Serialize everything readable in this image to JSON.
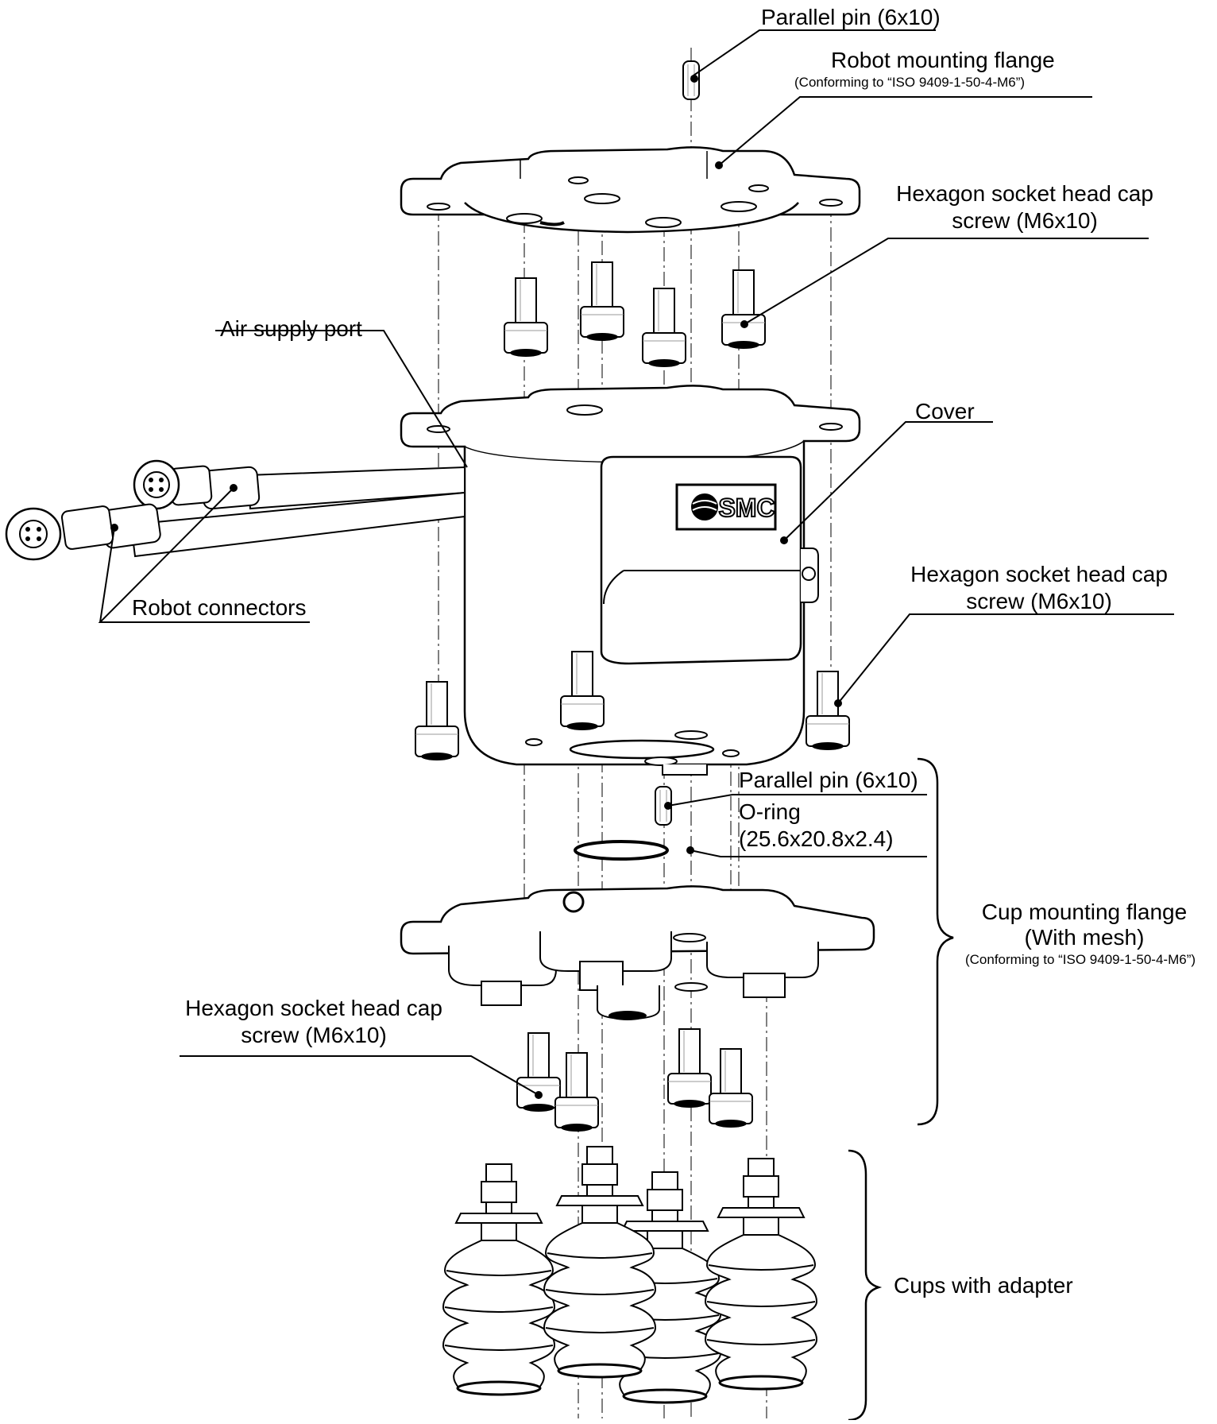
{
  "labels": {
    "parallel_pin_top": "Parallel pin (6x10)",
    "robot_flange_title": "Robot mounting flange",
    "robot_flange_note": "(Conforming to “ISO 9409-1-50-4-M6”)",
    "screw_top_line1": "Hexagon socket head cap",
    "screw_top_line2": "screw (M6x10)",
    "air_supply_port": "Air supply port",
    "cover": "Cover",
    "robot_connectors": "Robot connectors",
    "screw_mid_line1": "Hexagon socket head cap",
    "screw_mid_line2": "screw (M6x10)",
    "parallel_pin_lower": "Parallel pin (6x10)",
    "oring_line1": "O-ring",
    "oring_line2": "(25.6x20.8x2.4)",
    "cup_flange_line1": "Cup mounting flange",
    "cup_flange_line2": "(With mesh)",
    "cup_flange_note": "(Conforming to “ISO 9409-1-50-4-M6”)",
    "screw_low_line1": "Hexagon socket head cap",
    "screw_low_line2": "screw (M6x10)",
    "cups_with_adapter": "Cups with adapter",
    "logo_text": "SMC"
  }
}
